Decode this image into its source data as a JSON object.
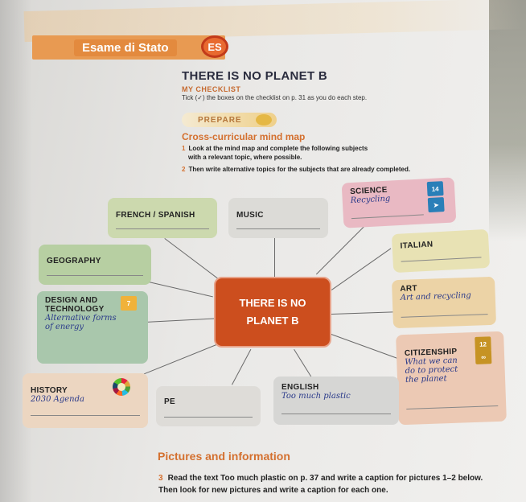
{
  "header": {
    "section": "Esame di Stato",
    "badge": "ES",
    "title": "THERE IS NO PLANET B",
    "checklist": "MY CHECKLIST",
    "tick_instruction": "Tick (✓) the boxes on the checklist on p. 31 as you do each step.",
    "prepare": "PREPARE",
    "activity": "Cross-curricular mind map"
  },
  "steps": [
    {
      "n": "1",
      "text": "Look at the mind map and complete the following subjects",
      "text2": "with a relevant topic, where possible."
    },
    {
      "n": "2",
      "text": "Then write alternative topics for the subjects that are already completed."
    }
  ],
  "map": {
    "center1": "THERE IS NO",
    "center2": "PLANET B",
    "french": {
      "label": "FRENCH / SPANISH"
    },
    "music": {
      "label": "MUSIC"
    },
    "science": {
      "label": "SCIENCE",
      "answer": "Recycling",
      "sdg": "14"
    },
    "geography": {
      "label": "GEOGRAPHY"
    },
    "italian": {
      "label": "ITALIAN"
    },
    "design": {
      "label1": "DESIGN AND",
      "label2": "TECHNOLOGY",
      "answer1": "Alternative forms",
      "answer2": "of energy",
      "sdg": "7"
    },
    "art": {
      "label": "ART",
      "answer": "Art and recycling"
    },
    "citizenship": {
      "label": "CITIZENSHIP",
      "answer1": "What we can",
      "answer2": "do to protect",
      "answer3": "the planet",
      "sdg": "12"
    },
    "history": {
      "label": "HISTORY",
      "answer": "2030 Agenda"
    },
    "pe": {
      "label": "PE"
    },
    "english": {
      "label": "ENGLISH",
      "answer": "Too much plastic"
    }
  },
  "footer": {
    "heading": "Pictures and information",
    "q3_num": "3",
    "q3_text": "Read the text Too much plastic on p. 37 and write a caption for pictures 1–2 below.",
    "q3_text2": "Then look for new pictures and write a caption for each one."
  }
}
